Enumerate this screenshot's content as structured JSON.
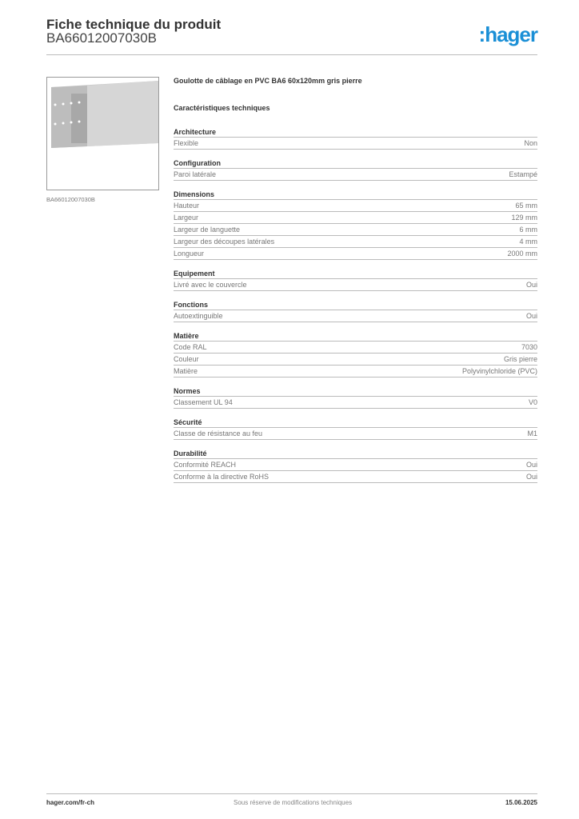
{
  "header": {
    "title": "Fiche technique du produit",
    "code": "BA66012007030B",
    "logo": "hager"
  },
  "image": {
    "caption": "BA66012007030B"
  },
  "product": {
    "title": "Goulotte de câblage en PVC BA6 60x120mm gris pierre",
    "section_title": "Caractéristiques techniques"
  },
  "sections": [
    {
      "title": "Architecture",
      "rows": [
        [
          "Flexible",
          "Non"
        ]
      ]
    },
    {
      "title": "Configuration",
      "rows": [
        [
          "Paroi latérale",
          "Estampé"
        ]
      ]
    },
    {
      "title": "Dimensions",
      "rows": [
        [
          "Hauteur",
          "65 mm"
        ],
        [
          "Largeur",
          "129 mm"
        ],
        [
          "Largeur de languette",
          "6 mm"
        ],
        [
          "Largeur des découpes latérales",
          "4 mm"
        ],
        [
          "Longueur",
          "2000 mm"
        ]
      ]
    },
    {
      "title": "Equipement",
      "rows": [
        [
          "Livré avec le couvercle",
          "Oui"
        ]
      ]
    },
    {
      "title": "Fonctions",
      "rows": [
        [
          "Autoextinguible",
          "Oui"
        ]
      ]
    },
    {
      "title": "Matière",
      "rows": [
        [
          "Code RAL",
          "7030"
        ],
        [
          "Couleur",
          "Gris pierre"
        ],
        [
          "Matière",
          "Polyvinylchloride (PVC)"
        ]
      ]
    },
    {
      "title": "Normes",
      "rows": [
        [
          "Classement UL 94",
          "V0"
        ]
      ]
    },
    {
      "title": "Sécurité",
      "rows": [
        [
          "Classe de résistance au feu",
          "M1"
        ]
      ]
    },
    {
      "title": "Durabilité",
      "rows": [
        [
          "Conformité REACH",
          "Oui"
        ],
        [
          "Conforme à la directive RoHS",
          "Oui"
        ]
      ]
    }
  ],
  "footer": {
    "website": "hager.com/fr-ch",
    "disclaimer": "Sous réserve de modifications techniques",
    "date": "15.06.2025"
  },
  "colors": {
    "brand": "#1a8fd6"
  }
}
